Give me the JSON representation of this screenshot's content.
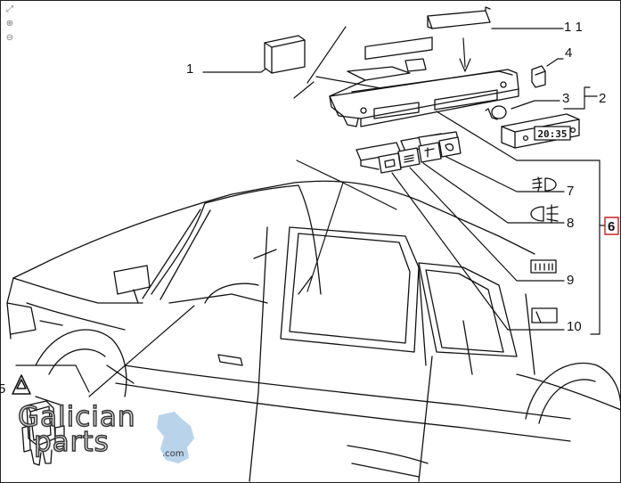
{
  "viewer": {
    "tools": [
      {
        "name": "fit-icon",
        "glyph": "⤢"
      },
      {
        "name": "zoom-in-icon",
        "glyph": "⊕"
      },
      {
        "name": "zoom-out-icon",
        "glyph": "⊖"
      }
    ]
  },
  "callouts": {
    "c1": "1",
    "c2": "2",
    "c3": "3",
    "c4": "4",
    "c5": "5",
    "c6": "6",
    "c7": "7",
    "c8": "8",
    "c9": "9",
    "c10": "10",
    "c11": "1 1"
  },
  "clock_display": "20:35",
  "watermark": {
    "line1": "Galician",
    "line2": "parts",
    "domain": ".com"
  }
}
